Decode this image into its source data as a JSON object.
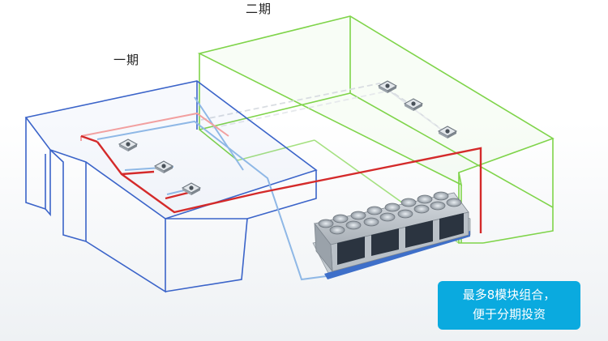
{
  "labels": {
    "phase_one": "一期",
    "phase_two": "二期"
  },
  "callout": {
    "line1": "最多8模块组合，",
    "line2": "便于分期投资"
  },
  "colors": {
    "phase_one_outline": "#3b64c9",
    "phase_two_outline": "#7fd44a",
    "refrigerant_red": "#d42a2a",
    "refrigerant_light": "#f2a0a0",
    "pipe_blue": "#8fb8e6",
    "callout_bg": "#0aaadf"
  },
  "icons": [
    "indoor-unit-icon",
    "outdoor-unit-module-icon"
  ]
}
